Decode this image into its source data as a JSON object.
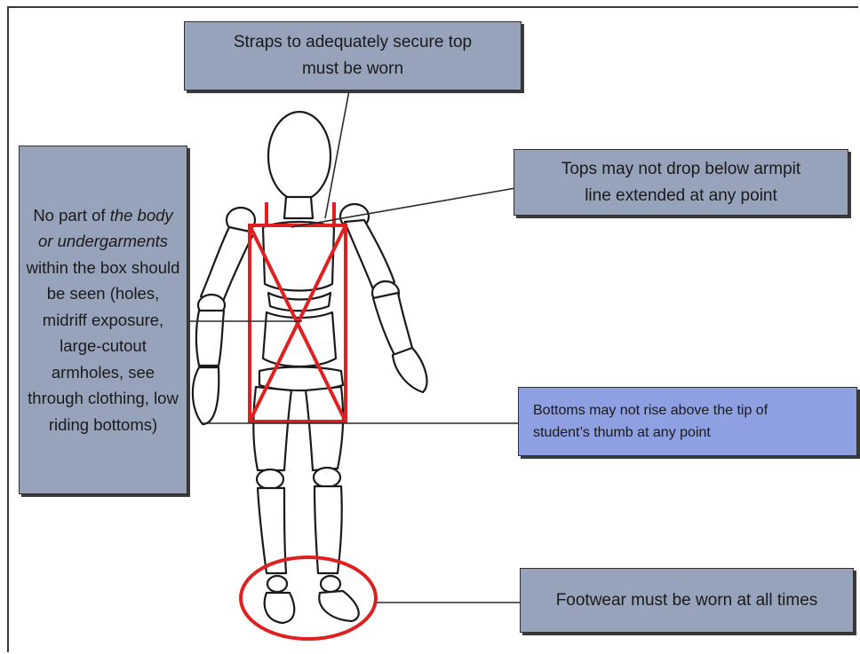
{
  "callouts": {
    "straps": "Straps to adequately secure top\nmust be worn",
    "tops": "Tops may not drop below armpit\nline extended at any point",
    "body": {
      "pre": "No part of ",
      "italic": "the body or undergarments",
      "post": " within the box should be seen (holes, midriff exposure, large-cutout armholes, see through clothing, low riding bottoms)"
    },
    "bottoms": "Bottoms may not rise above the tip of\nstudent’s thumb at any point",
    "footwear": "Footwear must be worn at all times"
  },
  "colors": {
    "callout_fill": "#b7c2d3",
    "callout_fill_dark": "#97a3ba",
    "callout_fill_blue": "#8e9fe2",
    "highlight_red": "#e02020",
    "outline": "#1a1a1a"
  },
  "figure": {
    "subject": "wooden-mannequin",
    "highlight_box": "torso-to-thigh",
    "highlight_ellipse": "feet"
  }
}
